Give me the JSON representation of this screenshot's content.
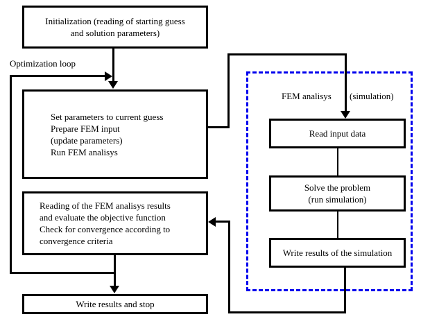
{
  "diagram": {
    "title_label": "Optimization loop",
    "accent_color": "#0000ee",
    "line_color": "#000000",
    "background": "#ffffff",
    "nodes": {
      "initialization": {
        "lines": [
          "Initialization (reading of starting guess",
          "and solution parameters)"
        ]
      },
      "set_parameters": {
        "lines": [
          "Set parameters to current guess",
          "Prepare FEM input",
          "(update parameters)",
          "Run FEM analisys"
        ]
      },
      "reading_results": {
        "lines": [
          "Reading of the FEM analisys results",
          "and evaluate the objective function",
          "Check for convergence according to",
          "convergence criteria"
        ]
      },
      "write_stop": {
        "lines": [
          "Write results and stop"
        ]
      },
      "read_input": {
        "lines": [
          "Read input data"
        ]
      },
      "solve_problem": {
        "lines": [
          "Solve the problem",
          "(run simulation)"
        ]
      },
      "write_simulation": {
        "lines": [
          "Write results of the simulation"
        ]
      }
    },
    "group": {
      "label_left": "FEM analisys",
      "label_right": "(simulation)"
    }
  }
}
